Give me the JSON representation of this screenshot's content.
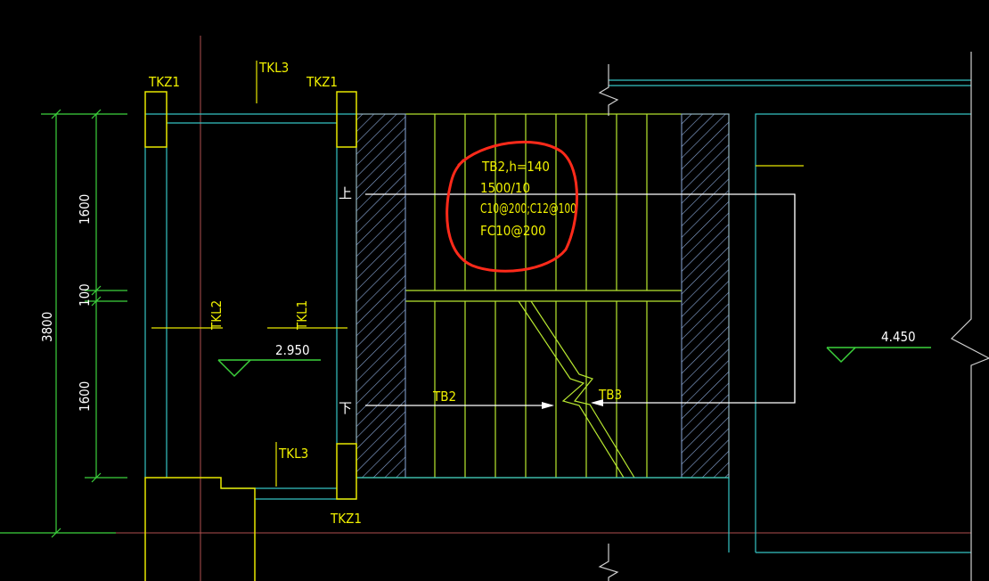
{
  "labels": {
    "tkz1_top_left": "TKZ1",
    "tkz1_top_right": "TKZ1",
    "tkz1_bottom": "TKZ1",
    "tkl3_top": "TKL3",
    "tkl3_bottom": "TKL3",
    "tkl2": "TKL2",
    "tkl1": "TKL1",
    "tb2": "TB2",
    "tb3": "TB3",
    "landing_label": "",
    "up_mark": "上",
    "down_mark": "下"
  },
  "annotation": {
    "line1": "TB2,h=140",
    "line2": "1500/10",
    "line3": "C10@200;C12@100",
    "line4": "FC10@200"
  },
  "elevations": {
    "left": "2.950",
    "right": "4.450"
  },
  "dimensions": {
    "total": "3800",
    "top": "1600",
    "middle": "100",
    "bottom": "1600"
  },
  "colors": {
    "background": "#000000",
    "cyan": "#35c4c4",
    "yellow": "#e8e800",
    "yellow_green": "#b8e830",
    "green": "#3cd23c",
    "white": "#ffffff",
    "red_axis": "#b05050",
    "hatch": "#8aa8d8",
    "highlight_circle": "#ff2a1a"
  }
}
